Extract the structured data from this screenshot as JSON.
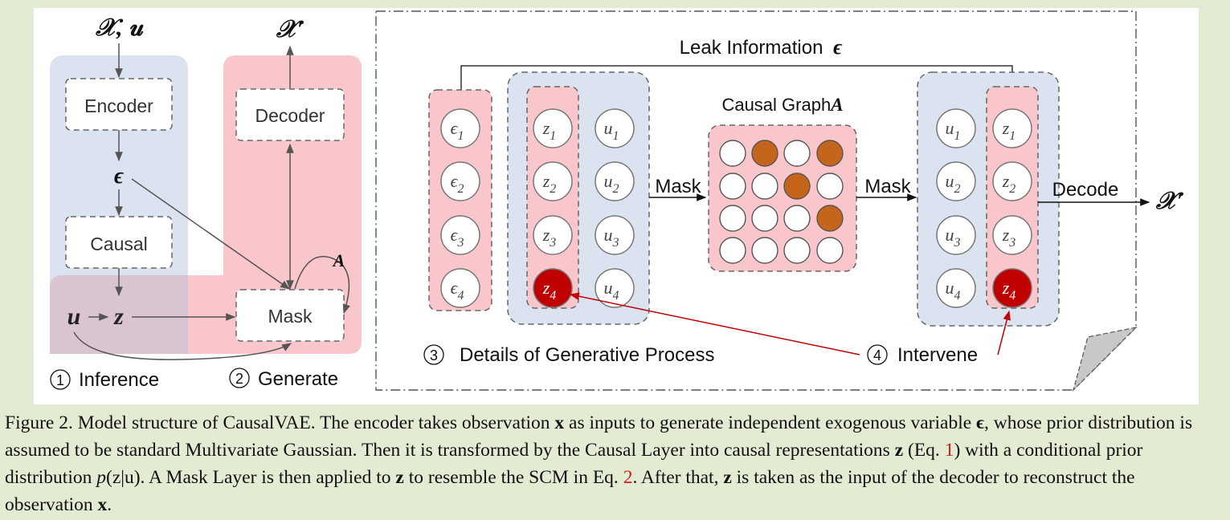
{
  "inference": {
    "input_label": "𝒳, 𝒖",
    "encoder_label": "Encoder",
    "epsilon_label": "ϵ",
    "causal_label": "Causal",
    "u_label": "u",
    "z_label": "z",
    "step_number": "1",
    "step_label": "Inference"
  },
  "generate": {
    "output_label": "𝒳′",
    "decoder_label": "Decoder",
    "mask_label": "Mask",
    "a_label": "A",
    "step_number": "2",
    "step_label": "Generate"
  },
  "details": {
    "leak_label": "Leak Information",
    "leak_symbol": "ϵ",
    "epsilon_nodes": [
      "ϵ",
      "ϵ",
      "ϵ",
      "ϵ"
    ],
    "z_nodes": [
      "z",
      "z",
      "z",
      "z"
    ],
    "u_nodes": [
      "u",
      "u",
      "u",
      "u"
    ],
    "subscripts": [
      "1",
      "2",
      "3",
      "4"
    ],
    "graph_title": "Causal Graph",
    "graph_symbol": "A",
    "graph_matrix": [
      [
        0,
        1,
        0,
        1
      ],
      [
        0,
        0,
        1,
        0
      ],
      [
        0,
        0,
        0,
        1
      ],
      [
        0,
        0,
        0,
        0
      ]
    ],
    "mask_label_1": "Mask",
    "mask_label_2": "Mask",
    "decode_label": "Decode",
    "output_label": "𝒳′",
    "step3_number": "3",
    "step3_label": "Details of Generative Process",
    "step4_number": "4",
    "step4_label": "Intervene"
  },
  "colors": {
    "blue_region": "#dbe3f1",
    "pink_region": "#f9c6cc",
    "active_edge": "#c5651b",
    "intervened_node": "#c00000",
    "intervene_arrow": "#c00000"
  },
  "caption": {
    "p1": "Figure 2. Model structure of CausalVAE. The encoder takes observation ",
    "x1": "x",
    "p2": " as inputs to generate independent exogenous variable ",
    "eps": "ϵ",
    "p3": ", whose prior distribution is assumed to be standard Multivariate Gaussian. Then it is transformed by the Causal Layer into causal representations ",
    "z1": "z",
    "p4": " (Eq. ",
    "ref1": "1",
    "p5": ") with a conditional prior distribution ",
    "prior": "p",
    "prior_args": "(z|u)",
    "p6": ". A Mask Layer is then applied to ",
    "z2": "z",
    "p7": " to resemble the SCM in Eq. ",
    "ref2": "2",
    "p8": ". After that, ",
    "z3": "z",
    "p9": " is taken as the input of the decoder to reconstruct the observation ",
    "x2": "x",
    "p10": "."
  }
}
